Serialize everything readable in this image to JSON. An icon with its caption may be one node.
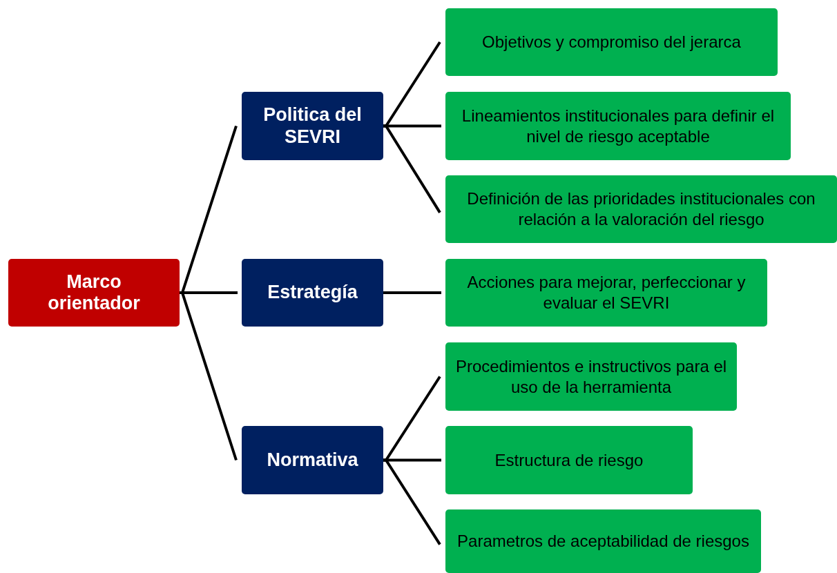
{
  "diagram": {
    "nodes": [
      {
        "text": [
          "Marco orientador"
        ]
      },
      {
        "text": [
          "Politica del SEVRI"
        ]
      },
      {
        "text": [
          "Estrategía"
        ]
      },
      {
        "text": [
          "Normativa"
        ]
      },
      {
        "text": [
          "Objetivos y compromiso del jerarca"
        ]
      },
      {
        "text": [
          "Lineamientos institucionales para definir el nivel de riesgo aceptable"
        ]
      },
      {
        "text": [
          "Definición de las prioridades institucionales con relación a la valoración del riesgo"
        ]
      },
      {
        "text": [
          "Acciones para mejorar, perfeccionar y evaluar el SEVRI"
        ]
      },
      {
        "text": [
          "Procedimientos e instructivos para el uso de la herramienta"
        ]
      },
      {
        "text": [
          "Estructura de riesgo"
        ]
      },
      {
        "text": [
          "Parametros de aceptabilidad de riesgos"
        ]
      }
    ],
    "edges": [
      {
        "from": 0,
        "to": 1,
        "arrow": "none"
      },
      {
        "from": 0,
        "to": 2,
        "arrow": "none"
      },
      {
        "from": 0,
        "to": 3,
        "arrow": "none"
      },
      {
        "from": 1,
        "to": 4,
        "arrow": "none"
      },
      {
        "from": 1,
        "to": 5,
        "arrow": "none"
      },
      {
        "from": 1,
        "to": 6,
        "arrow": "none"
      },
      {
        "from": 2,
        "to": 7,
        "arrow": "none"
      },
      {
        "from": 3,
        "to": 8,
        "arrow": "none"
      },
      {
        "from": 3,
        "to": 9,
        "arrow": "none"
      },
      {
        "from": 3,
        "to": 10,
        "arrow": "none"
      }
    ]
  }
}
